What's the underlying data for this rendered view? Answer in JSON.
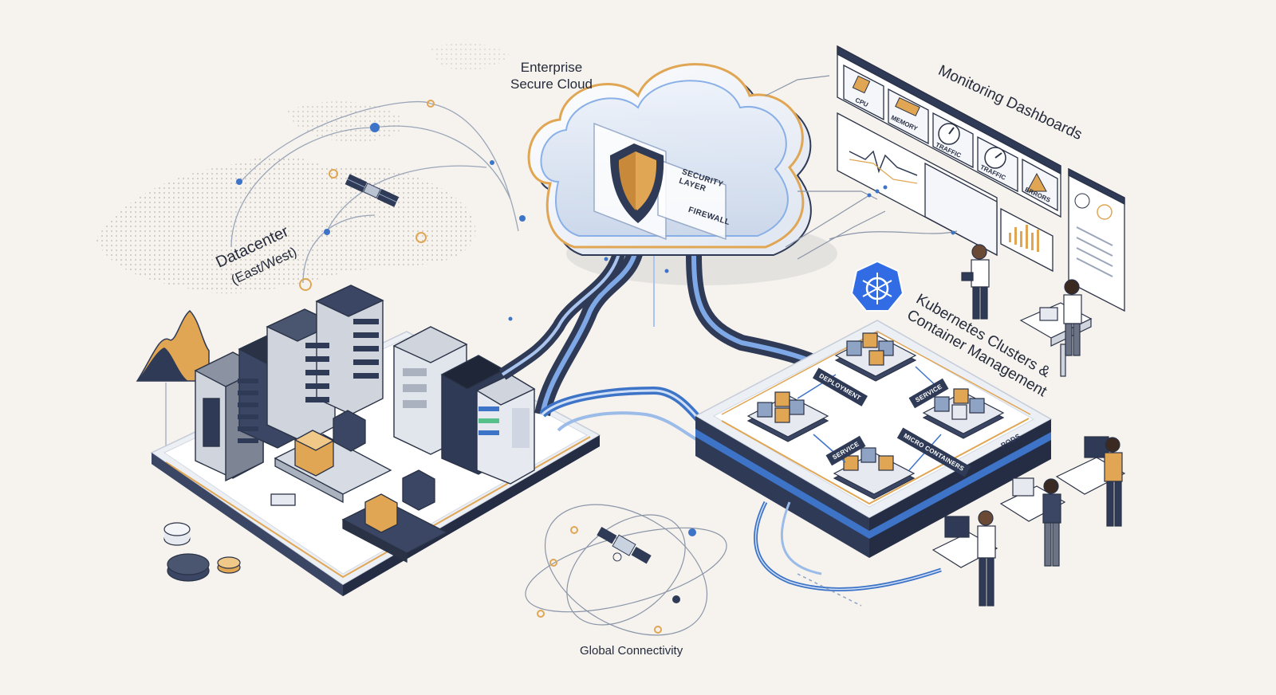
{
  "labels": {
    "cloud_line1": "Enterprise",
    "cloud_line2": "Secure Cloud",
    "security_line1": "SECURITY",
    "security_line2": "LAYER",
    "firewall": "FIREWALL",
    "datacenter_line1": "Datacenter",
    "datacenter_line2": "(East/West)",
    "monitoring": "Monitoring Dashboards",
    "k8s_line1": "Kubernetes Clusters &",
    "k8s_line2": "Container Management",
    "global": "Global Connectivity"
  },
  "metrics": {
    "cpu": "CPU",
    "memory": "MEMORY",
    "traffic1": "TRAFFIC",
    "traffic2": "TRAFFIC",
    "errors": "ERRORS"
  },
  "k8s_tags": {
    "deployment": "DEPLOYMENT",
    "service1": "SERVICE",
    "service2": "SERVICE",
    "micro": "MICRO CONTAINERS",
    "pods": "PODS"
  },
  "icons": [
    "shield-icon",
    "kubernetes-helm-icon",
    "satellite-icon",
    "cpu-chip-icon",
    "memory-icon",
    "gauge-icon",
    "warning-icon"
  ],
  "colors": {
    "navy": "#2f3a56",
    "accent_blue": "#3d74c7",
    "orange": "#e0a654",
    "kubernetes_blue": "#326ce5",
    "background": "#f6f3ee"
  }
}
